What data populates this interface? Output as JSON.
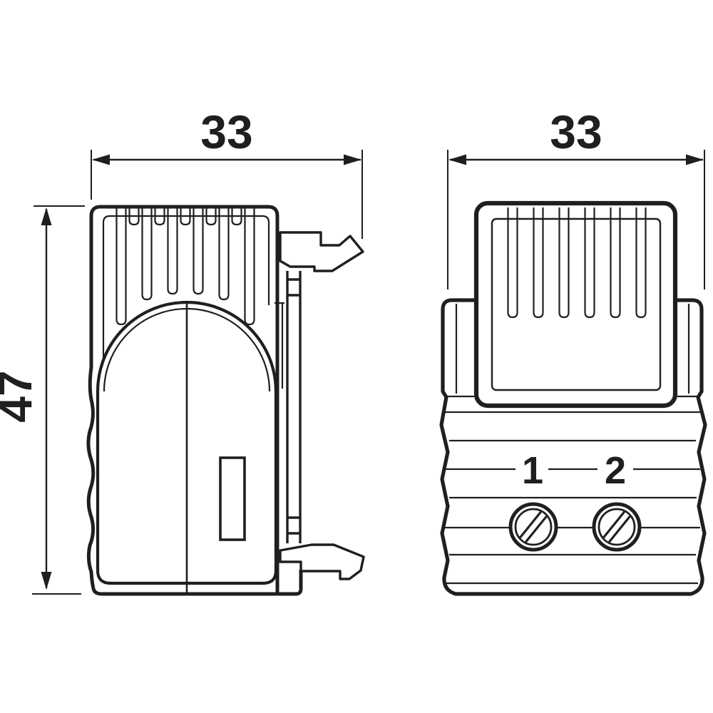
{
  "title": "thermostat-dimensional-drawing",
  "views": {
    "side": {
      "width_dim": "33",
      "height_dim": "47"
    },
    "front": {
      "width_dim": "33",
      "terminal_labels": [
        "1",
        "2"
      ]
    }
  },
  "colors": {
    "line": "#1f1f1f",
    "background": "#ffffff"
  }
}
